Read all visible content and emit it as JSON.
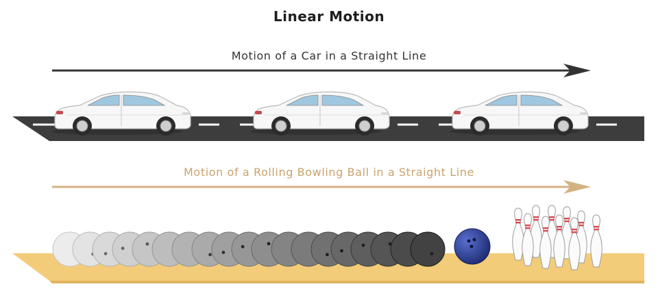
{
  "title": "Linear Motion",
  "car_section": {
    "label": "Motion of a Car in a Straight Line",
    "arrow_color": "#333333",
    "road_color": "#3d3d3d",
    "car_count": 3
  },
  "ball_section": {
    "label": "Motion of a Rolling Bowling Ball in a Straight Line",
    "arrow_color": "#d2b280",
    "lane_color": "#f3cc7a",
    "ghost_ball_count": 19,
    "ball_color": "#2c3e96",
    "pin_count": 10,
    "pin_stripe_color": "#d94a52"
  }
}
